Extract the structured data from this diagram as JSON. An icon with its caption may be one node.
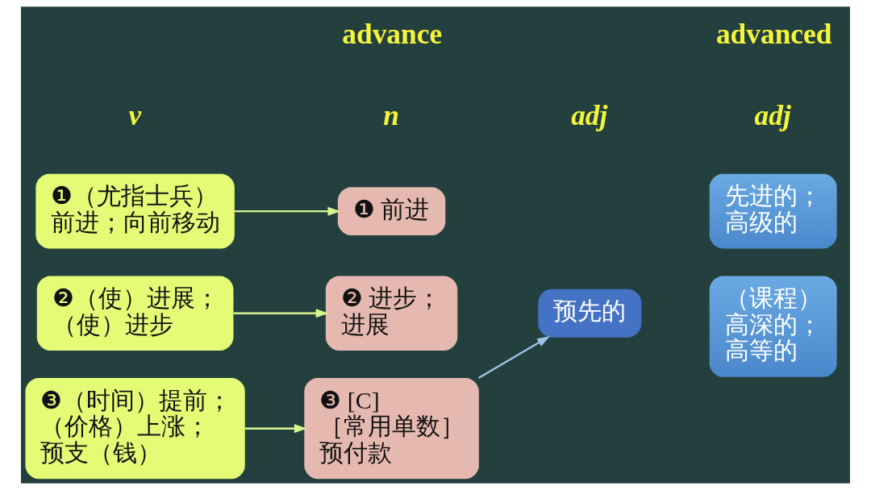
{
  "diagram": {
    "nodes": [
      {
        "text": [
          "❶（尤指士兵）前进；向前移动"
        ]
      },
      {
        "text": [
          "❷（使）进展；（使）进步"
        ]
      },
      {
        "text": [
          "❸（时间）提前；（价格）上涨；预支（钱）"
        ]
      },
      {
        "text": [
          "❶ 前进"
        ]
      },
      {
        "text": [
          "❷ 进步；进展"
        ]
      },
      {
        "text": [
          "❸ [C]［常用单数］预付款"
        ]
      },
      {
        "text": [
          "预先的"
        ]
      },
      {
        "text": [
          "先进的；高级的"
        ]
      },
      {
        "text": [
          "（课程）高深的；高等的"
        ]
      }
    ],
    "edges": [
      {
        "from": 0,
        "to": 3,
        "arrow": "to"
      },
      {
        "from": 1,
        "to": 4,
        "arrow": "to"
      },
      {
        "from": 2,
        "to": 5,
        "arrow": "to"
      },
      {
        "from": 5,
        "to": 6,
        "arrow": "to",
        "color": "#9dc3e6"
      }
    ],
    "labels": [
      "advance",
      "advanced",
      "v",
      "n",
      "adj",
      "adj"
    ]
  }
}
